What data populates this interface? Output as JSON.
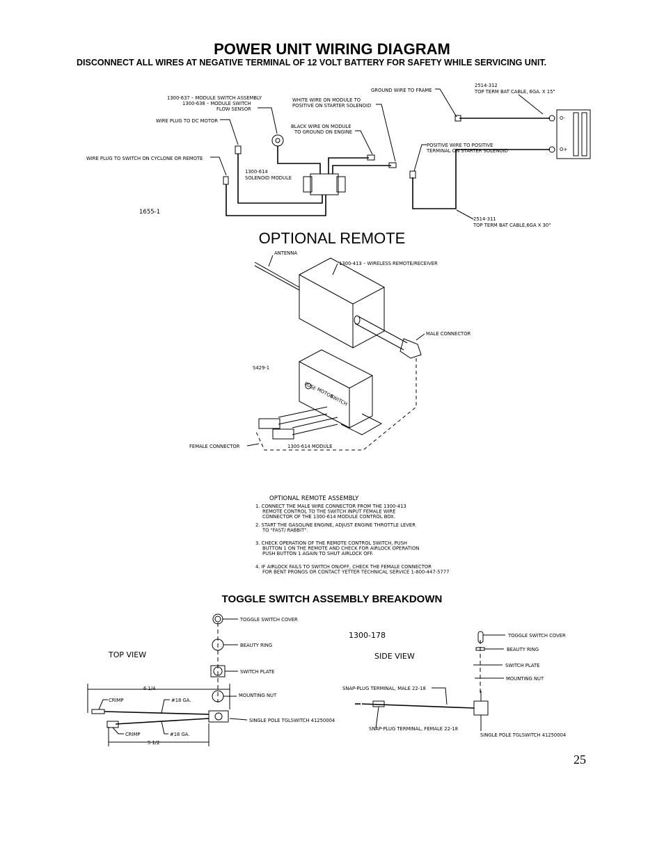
{
  "header": {
    "title": "POWER UNIT WIRING DIAGRAM",
    "warning": "DISCONNECT ALL WIRES AT NEGATIVE TERMINAL OF 12 VOLT BATTERY FOR SAFETY WHILE SERVICING UNIT."
  },
  "wiring": {
    "module_switch_assembly": "1300-637 – MODULE SWITCH ASSEMBLY",
    "module_switch": "1300-638 – MODULE SWITCH",
    "flow_sensor": "FLOW SENSOR",
    "wire_plug_dc_motor": "WIRE PLUG TO DC MOTOR",
    "white_wire_1": "WHITE WIRE ON MODULE TO",
    "white_wire_2": "POSITIVE ON STARTER SOLENOID",
    "black_wire_1": "BLACK WIRE ON MODULE",
    "black_wire_2": "TO GROUND ON ENGINE",
    "wire_plug_switch": "WIRE PLUG TO SWITCH ON CYCLONE OR REMOTE",
    "solenoid_part": "1300-614",
    "solenoid_module": "SOLENOID MODULE",
    "ground_wire": "GROUND WIRE TO FRAME",
    "cable_top_part": "2514-312",
    "cable_top_desc": "TOP TERM BAT CABLE, 6GA. X 15\"",
    "positive_wire_1": "POSITIVE WIRE TO POSITIVE",
    "positive_wire_2": "TERMINAL ON STARTER SOLENOID",
    "cable_bottom_part": "2514-311",
    "cable_bottom_desc": "TOP TERM BAT CABLE,6GA X 30\"",
    "drawing_number": "1655-1",
    "neg_terminal": "O-",
    "pos_terminal": "O+"
  },
  "optional_remote": {
    "title": "OPTIONAL REMOTE",
    "antenna": "ANTENNA",
    "wireless": "1300-413 – WIRELESS REMOTE/RECEIVER",
    "male_connector": "MALE CONNECTOR",
    "drawing_number": "S429-1",
    "fuse": "FUSE",
    "motor": "MOTOR",
    "switch": "SWITCH",
    "female_connector": "FEMALE CONNECTOR",
    "module": "1300-614 MODULE",
    "assembly_title": "OPTIONAL REMOTE ASSEMBLY",
    "steps": [
      [
        "1. CONNECT THE MALE WIRE CONNECTOR FROM THE 1300-413",
        "REMOTE CONTROL TO THE SWITCH INPUT FEMALE WIRE",
        "CONNECTOR OF THE 1300-614 MODULE CONTROL BOX."
      ],
      [
        "2. START THE GASOLINE ENGINE, ADJUST ENGINE THROTTLE LEVER",
        "TO \"FAST/ RABBIT\"."
      ],
      [
        "3. CHECK OPERATION OF THE REMOTE CONTROL SWITCH, PUSH",
        "BUTTON 1 ON THE REMOTE AND CHECK FOR AIRLOCK OPERATION",
        "PUSH BUTTON 1 AGAIN TO SHUT AIRLOCK OFF."
      ],
      [
        "4. IF AIRLOCK FAILS TO SWITCH ON/OFF, CHECK THE FEMALE CONNECTOR",
        "FOR BENT PRONGS OR CONTACT YETTER TECHNICAL SERVICE 1-800-447-5777"
      ]
    ]
  },
  "toggle": {
    "title": "TOGGLE SWITCH ASSEMBLY BREAKDOWN",
    "top_view": "TOP VIEW",
    "side_view": "SIDE VIEW",
    "part_number": "1300-178",
    "cover": "TOGGLE SWITCH COVER",
    "beauty_ring": "BEAUTY RING",
    "switch_plate": "SWITCH PLATE",
    "mounting_nut": "MOUNTING NUT",
    "single_pole": "SINGLE POLE TGLSWITCH 41250004",
    "crimp": "CRIMP",
    "gauge": "#18 GA.",
    "dim_long": "6 1/4",
    "dim_short": "5 1/2",
    "snap_male": "SNAP-PLUG TERMINAL, MALE 22-18",
    "snap_female": "SNAP-PLUG TERMINAL, FEMALE 22-18"
  },
  "footer": {
    "page_number": "25"
  }
}
